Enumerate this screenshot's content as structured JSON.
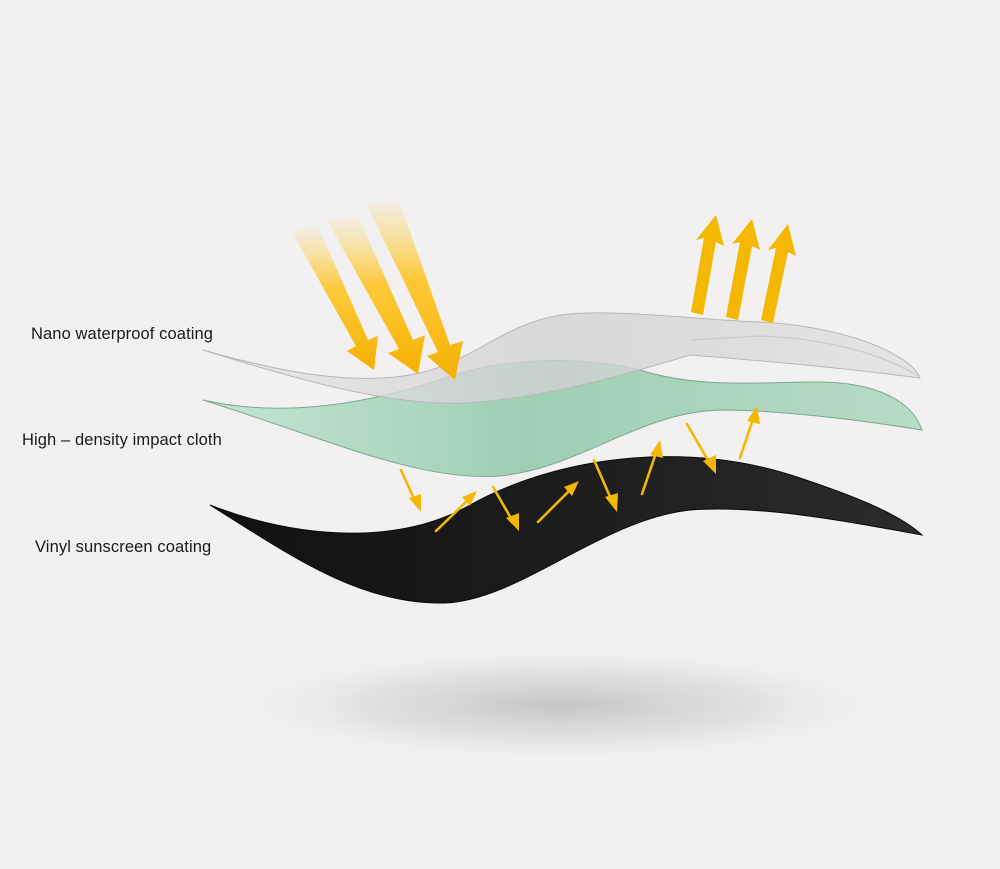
{
  "layers": [
    {
      "label": "Nano waterproof coating",
      "color": "#d8d6d8"
    },
    {
      "label": "High – density impact cloth",
      "color": "#b4dbc6"
    },
    {
      "label": "Vinyl sunscreen coating",
      "color": "#161616"
    }
  ],
  "colors": {
    "background": "#f2f0f0",
    "arrow": "#f5b400",
    "arrow_light": "#ffd34d",
    "text": "#1a1a1a"
  },
  "icons": {
    "incoming": "sunlight-arrow-icon",
    "reflected": "reflected-arrow-icon",
    "internal": "internal-reflection-arrow-icon"
  }
}
